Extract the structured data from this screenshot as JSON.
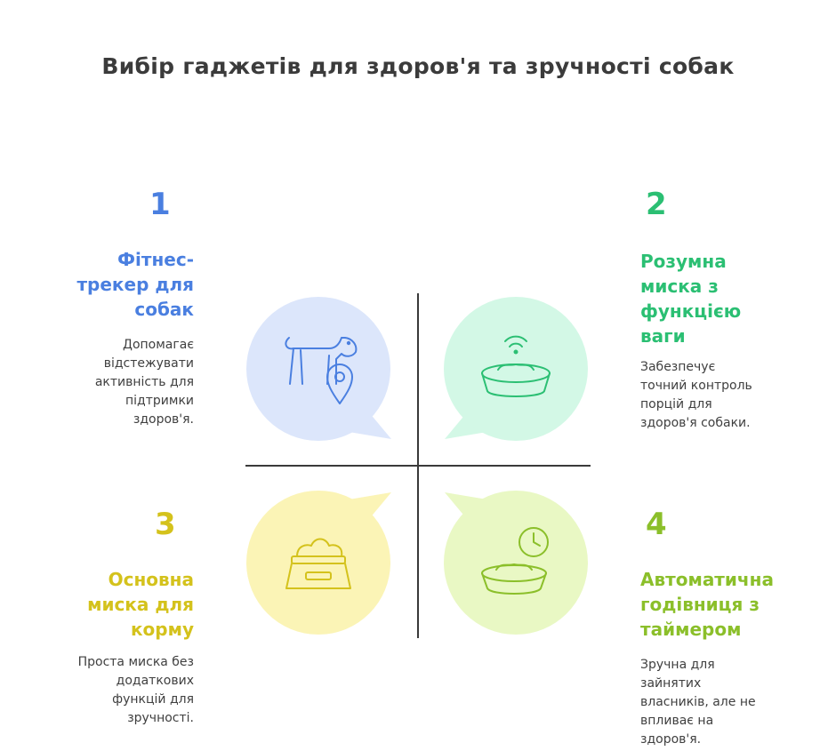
{
  "title": "Вибір гаджетів для здоров'я та зручності собак",
  "colors": {
    "blue": "#4a7fe0",
    "green": "#2bbf73",
    "yellow": "#d4c21c",
    "lime": "#8bbf2a",
    "axis": "#3a3a3a"
  },
  "quadrants": [
    {
      "number": "1",
      "heading": [
        "Фітнес-",
        "трекер для",
        "собак"
      ],
      "description": [
        "Допомагає",
        "відстежувати",
        "активність для",
        "підтримки",
        "здоров'я."
      ],
      "icon": "dog-location-icon"
    },
    {
      "number": "2",
      "heading": [
        "Розумна",
        "миска з",
        "функцією",
        "ваги"
      ],
      "description": [
        "Забезпечує",
        "точний контроль",
        "порцій для",
        "здоров'я собаки."
      ],
      "icon": "smart-bowl-wifi-icon"
    },
    {
      "number": "3",
      "heading": [
        "Основна",
        "миска для",
        "корму"
      ],
      "description": [
        "Проста миска без",
        "додаткових",
        "функцій для",
        "зручності."
      ],
      "icon": "food-bowl-icon"
    },
    {
      "number": "4",
      "heading": [
        "Автоматична",
        "годівниця з",
        "таймером"
      ],
      "description": [
        "Зручна для",
        "зайнятих",
        "власників, але не",
        "впливає на",
        "здоров'я."
      ],
      "icon": "bowl-clock-icon"
    }
  ]
}
